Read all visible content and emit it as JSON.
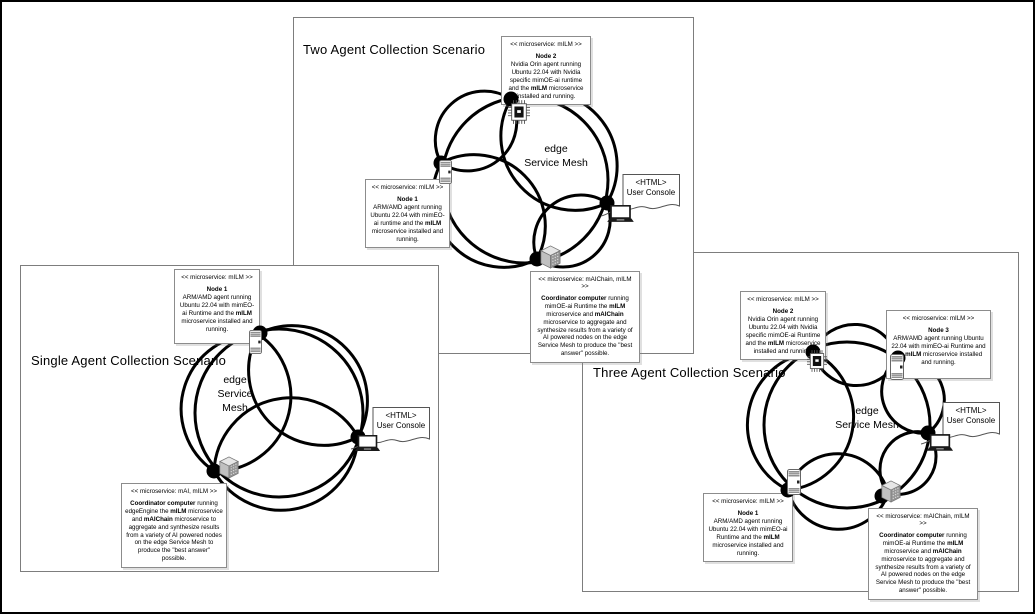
{
  "panels": [
    {
      "id": "single-agent",
      "title": "Single Agent Collection Scenario",
      "mesh_label": [
        "edge",
        "Service",
        "Mesh"
      ],
      "console": {
        "tag": "<HTML>",
        "label": "User Console"
      },
      "boxes": {
        "node1": {
          "stereotype": "<< microservice: mILM >>",
          "heading": "Node 1",
          "body": [
            {
              "t": "ARM/AMD agent running Ubuntu 22.04 with mimEO-ai Runtime and the "
            },
            {
              "t": "mILM",
              "b": true
            },
            {
              "t": " microservice installed and running."
            }
          ]
        },
        "coordinator": {
          "stereotype": "<< microservice: mAI, mILM >>",
          "body": [
            {
              "t": "Coordinator computer",
              "b": true
            },
            {
              "t": " running edgeEngine the "
            },
            {
              "t": "mILM",
              "b": true
            },
            {
              "t": " microservice and "
            },
            {
              "t": "mAIChain",
              "b": true
            },
            {
              "t": " microservice to aggregate and synthesize results from a variety of AI powered nodes on the edge Service Mesh to produce the \"best answer\" possible."
            }
          ]
        }
      }
    },
    {
      "id": "two-agent",
      "title": "Two Agent Collection Scenario",
      "mesh_label": [
        "edge",
        "Service Mesh"
      ],
      "console": {
        "tag": "<HTML>",
        "label": "User Console"
      },
      "boxes": {
        "node2": {
          "stereotype": "<< microservice: mILM >>",
          "heading": "Node 2",
          "body": [
            {
              "t": "Nvidia Orin agent running Ubuntu 22.04 with Nvidia specific mimOE-ai runtime and the "
            },
            {
              "t": "mILM",
              "b": true
            },
            {
              "t": " microservice installed and running."
            }
          ]
        },
        "node1": {
          "stereotype": "<< microservice: mILM >>",
          "heading": "Node 1",
          "body": [
            {
              "t": "ARM/AMD agent running Ubuntu 22.04 with mimEO-ai runtime and the "
            },
            {
              "t": "mILM",
              "b": true
            },
            {
              "t": " microservice installed and running."
            }
          ]
        },
        "coordinator": {
          "stereotype": "<< microservice: mAIChain, mILM >>",
          "body": [
            {
              "t": "Coordinator computer",
              "b": true
            },
            {
              "t": " running mimOE-ai Runtime the "
            },
            {
              "t": "mILM",
              "b": true
            },
            {
              "t": " microservice and "
            },
            {
              "t": "mAIChain",
              "b": true
            },
            {
              "t": " microservice to aggregate and synthesize results from a variety of AI powered nodes on the edge Service Mesh to produce the \"best answer\" possible."
            }
          ]
        }
      }
    },
    {
      "id": "three-agent",
      "title": "Three Agent Collection Scenario",
      "mesh_label": [
        "edge",
        "Service Mesh"
      ],
      "console": {
        "tag": "<HTML>",
        "label": "User Console"
      },
      "boxes": {
        "node2": {
          "stereotype": "<< microservice: mILM >>",
          "heading": "Node 2",
          "body": [
            {
              "t": "Nvidia Orin agent running Ubuntu 22.04 with Nvidia specific mimOE-ai Runtime and the "
            },
            {
              "t": "mILM",
              "b": true
            },
            {
              "t": " microservice installed and running."
            }
          ]
        },
        "node3": {
          "stereotype": "<< microservice: mILM >>",
          "heading": "Node 3",
          "body": [
            {
              "t": "ARM/AMD agent running Ubuntu 22.04 with mimEO-ai Runtime and the "
            },
            {
              "t": "mILM",
              "b": true
            },
            {
              "t": " microservice installed and running."
            }
          ]
        },
        "node1": {
          "stereotype": "<< microservice: mILM >>",
          "heading": "Node 1",
          "body": [
            {
              "t": "ARM/AMD agent running Ubuntu 22.04 with mimEO-ai Runtime and the "
            },
            {
              "t": "mILM",
              "b": true
            },
            {
              "t": " microservice installed and running."
            }
          ]
        },
        "coordinator": {
          "stereotype": "<< microservice: mAIChain, mILM >>",
          "body": [
            {
              "t": "Coordinator computer",
              "b": true
            },
            {
              "t": " running mimOE-ai Runtime the "
            },
            {
              "t": "mILM",
              "b": true
            },
            {
              "t": " microservice and "
            },
            {
              "t": "mAIChain",
              "b": true
            },
            {
              "t": " microservice to aggregate and synthesize results from a variety of AI powered nodes on the edge Service Mesh to produce the \"best answer\" possible."
            }
          ]
        }
      }
    }
  ],
  "icons": {
    "nvidia_node": "chip-icon",
    "arm_amd_node": "smartphone-icon",
    "user_console_device": "laptop-icon",
    "coordinator_device": "server-cube-icon",
    "console_note": "document-callout-icon",
    "mesh_node": "black-dot"
  },
  "colors": {
    "line": "#000000",
    "box_border": "#8c8c8c",
    "panel_border": "#7d7d7d",
    "device_gray": "#c0c0c0"
  }
}
